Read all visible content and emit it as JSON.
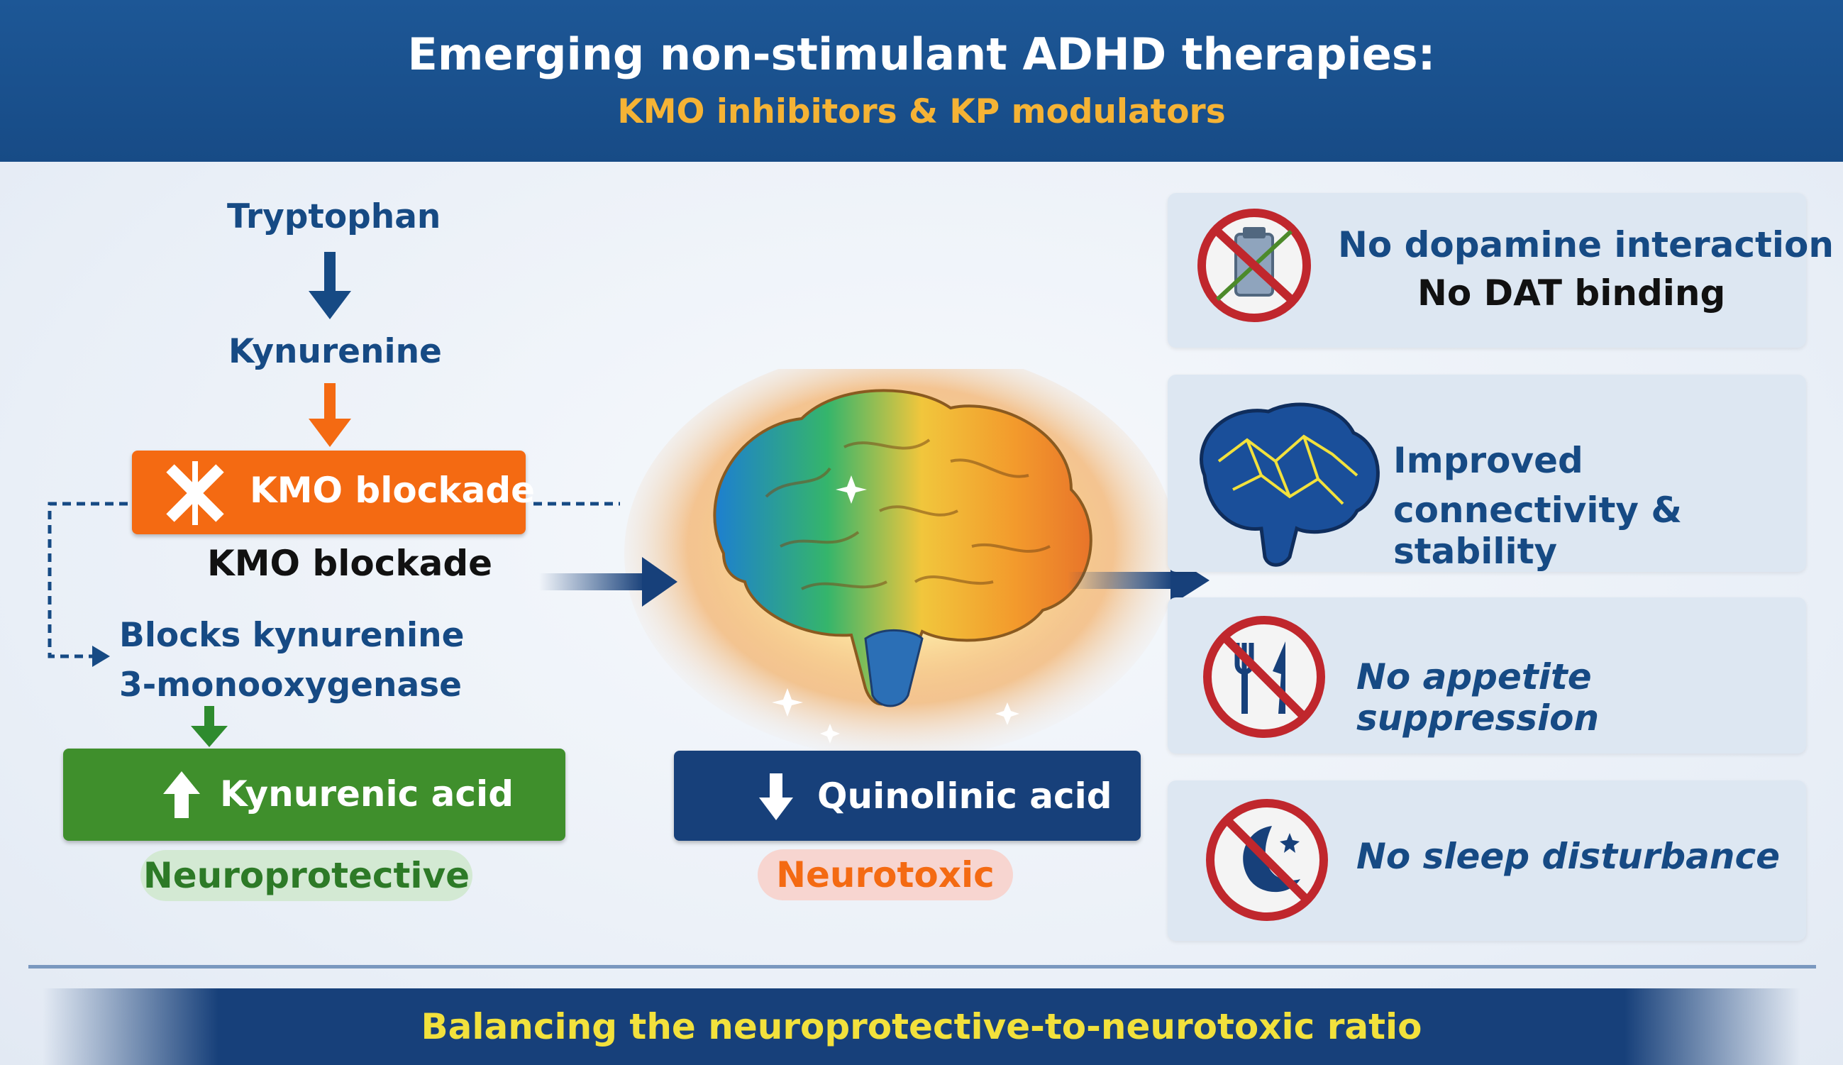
{
  "header": {
    "title": "Emerging non-stimulant ADHD therapies:",
    "subtitle": "KMO inhibitors & KP modulators"
  },
  "pathway": {
    "step1": "Tryptophan",
    "step2": "Kynurenine",
    "kmo_box_label": "KMO blockade",
    "kmo_caption": "KMO blockade",
    "blocks_line1": "Blocks kynurenine",
    "blocks_line2": "3-monooxygenase"
  },
  "outcomes": {
    "kynurenic_label": "Kynurenic acid",
    "kynurenic_tag": "Neuroprotective",
    "quinolinic_label": "Quinolinic acid",
    "quinolinic_tag": "Neurotoxic"
  },
  "benefits": [
    {
      "line1": "No dopamine interaction",
      "line2": "No DAT binding",
      "icon": "no-dopamine-icon"
    },
    {
      "line1": "Improved",
      "line2": "connectivity & stability",
      "icon": "connected-brain-icon"
    },
    {
      "line1": "No appetite suppression",
      "icon": "no-fork-knife-icon"
    },
    {
      "line1": "No sleep disturbance",
      "icon": "no-moon-icon"
    }
  ],
  "footer": {
    "text": "Balancing the neuroprotective-to-neurotoxic ratio"
  },
  "colors": {
    "navy": "#17407a",
    "orange": "#f46a12",
    "green": "#3f8f2c",
    "gold": "#f5b335",
    "yellow": "#f2e13c",
    "prohibit_red": "#c0272d"
  }
}
